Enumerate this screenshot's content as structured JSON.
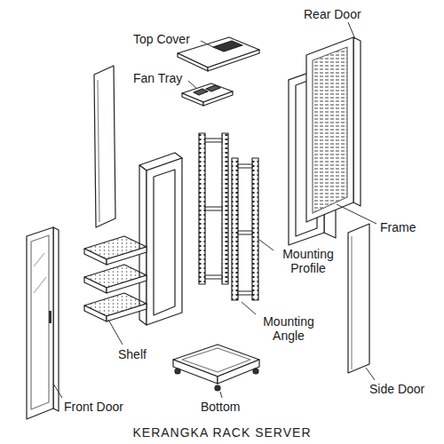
{
  "diagram": {
    "caption": "KERANGKA RACK SERVER",
    "labels": [
      "Top Cover",
      "Rear Door",
      "Fan Tray",
      "Frame",
      "Mounting Profile",
      "Mounting Angle",
      "Shelf",
      "Front Door",
      "Bottom",
      "Side Door"
    ]
  }
}
